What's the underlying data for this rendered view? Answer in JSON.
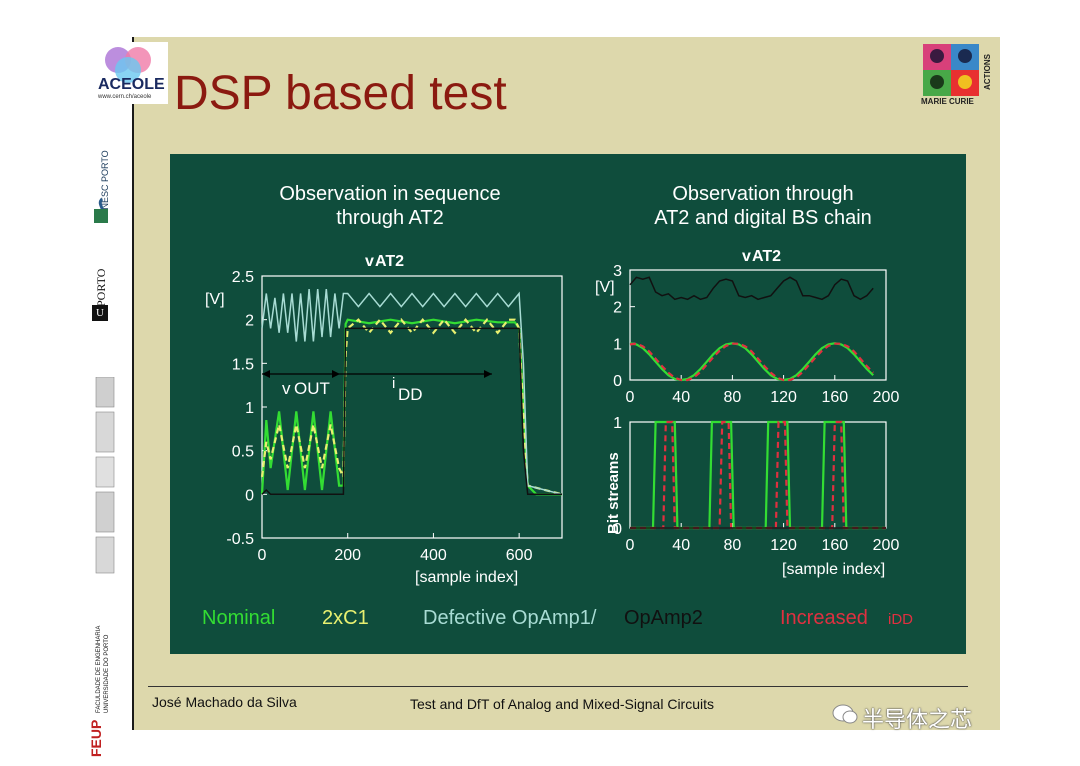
{
  "slide": {
    "title": "DSP based test",
    "footer_author": "José Machado da Silva",
    "footer_course": "Test and DfT of Analog and Mixed-Signal Circuits",
    "watermark": "半导体之芯"
  },
  "branding": {
    "aceole": "ACEOLE",
    "aceole_url": "www.cern.ch/aceole",
    "inesc": "INESC PORTO",
    "uporto": "PORTO",
    "uporto_u": "U",
    "feup": "FEUP",
    "feup_sub": "FACULDADE DE ENGENHARIA",
    "feup_sub2": "UNIVERSIDADE DO PORTO",
    "marie_curie": "MARIE CURIE",
    "actions": "ACTIONS"
  },
  "legend": {
    "nominal": "Nominal",
    "c1": "2xC1",
    "defective": "Defective OpAmp1/",
    "opamp2": "OpAmp2",
    "increased": "Increased ",
    "idd": "iDD"
  },
  "colors": {
    "nominal": "#33dd33",
    "c1": "#e8f070",
    "defective": "#a8dcd4",
    "opamp2": "#111111",
    "increased": "#e03040",
    "panel": "#0f4d3c",
    "title": "#8b1a10"
  },
  "chart_data": [
    {
      "type": "line",
      "title": "Observation in sequence through AT2",
      "title_line1": "Observation in sequence",
      "title_line2": "through AT2",
      "subtitle": "vAT2",
      "ylabel": "[V]",
      "xlabel": "[sample index]",
      "xlim": [
        0,
        700
      ],
      "ylim": [
        -0.5,
        2.5
      ],
      "xticks": [
        "0",
        "200",
        "400",
        "600"
      ],
      "yticks": [
        "-0.5",
        "0",
        "0.5",
        "1",
        "1.5",
        "2",
        "2.5"
      ],
      "annotations": [
        "vOUT",
        "iDD"
      ],
      "series": [
        {
          "name": "Nominal",
          "x": [
            0,
            10,
            20,
            40,
            60,
            80,
            100,
            120,
            140,
            160,
            180,
            190,
            195,
            200,
            250,
            300,
            350,
            400,
            450,
            500,
            550,
            590,
            600,
            610,
            620,
            640,
            680,
            700
          ],
          "y": [
            0.0,
            0.85,
            0.3,
            0.95,
            0.05,
            0.95,
            0.05,
            0.95,
            0.05,
            0.95,
            0.1,
            0.1,
            1.95,
            2.0,
            1.96,
            2.0,
            1.96,
            2.0,
            1.96,
            2.0,
            1.97,
            1.97,
            1.9,
            1.0,
            0.1,
            0.0,
            0.0,
            0.0
          ]
        },
        {
          "name": "2xC1",
          "x": [
            0,
            10,
            20,
            40,
            60,
            80,
            100,
            120,
            140,
            160,
            180,
            190,
            195,
            200,
            225,
            250,
            275,
            300,
            325,
            350,
            375,
            400,
            425,
            450,
            475,
            500,
            525,
            550,
            575,
            590,
            600,
            610,
            620,
            700
          ],
          "y": [
            0.2,
            0.6,
            0.4,
            0.8,
            0.3,
            0.8,
            0.3,
            0.8,
            0.3,
            0.8,
            0.3,
            0.2,
            1.6,
            1.9,
            2.0,
            1.85,
            2.0,
            1.85,
            2.0,
            1.85,
            2.0,
            1.85,
            2.0,
            1.85,
            2.0,
            1.85,
            2.0,
            1.85,
            2.0,
            2.0,
            1.9,
            0.9,
            0.1,
            0.0
          ]
        },
        {
          "name": "Defective OpAmp1",
          "x": [
            0,
            10,
            20,
            30,
            40,
            50,
            60,
            70,
            80,
            90,
            100,
            110,
            120,
            130,
            140,
            150,
            160,
            170,
            180,
            190,
            200,
            225,
            250,
            275,
            300,
            325,
            350,
            375,
            400,
            425,
            450,
            475,
            500,
            525,
            550,
            575,
            600,
            610,
            620,
            700
          ],
          "y": [
            1.9,
            2.3,
            1.9,
            2.25,
            1.85,
            2.3,
            1.85,
            2.3,
            1.75,
            2.3,
            1.75,
            2.35,
            1.75,
            2.35,
            1.8,
            2.35,
            1.8,
            2.3,
            1.9,
            2.3,
            2.3,
            2.15,
            2.3,
            2.15,
            2.3,
            2.15,
            2.3,
            2.15,
            2.3,
            2.15,
            2.3,
            2.15,
            2.3,
            2.15,
            2.3,
            2.15,
            2.3,
            1.5,
            0.1,
            0.0
          ]
        },
        {
          "name": "OpAmp2",
          "x": [
            0,
            10,
            20,
            190,
            195,
            200,
            590,
            600,
            610,
            620,
            700
          ],
          "y": [
            0.0,
            0.05,
            0.0,
            0.0,
            1.9,
            1.9,
            1.9,
            1.9,
            0.5,
            0.0,
            0.0
          ]
        }
      ]
    },
    {
      "type": "line",
      "title": "Observation through AT2 and digital BS chain",
      "title_line1": "Observation through",
      "title_line2": "AT2 and digital BS chain",
      "subtitle": "vAT2",
      "ylabel": "[V]",
      "xlim": [
        0,
        200
      ],
      "ylim": [
        0,
        3
      ],
      "xticks": [
        "0",
        "40",
        "80",
        "120",
        "160",
        "200"
      ],
      "yticks": [
        "0",
        "1",
        "2",
        "3"
      ],
      "series": [
        {
          "name": "OpAmp2",
          "x": [
            0,
            5,
            10,
            15,
            20,
            25,
            30,
            35,
            40,
            45,
            50,
            55,
            60,
            65,
            70,
            75,
            80,
            85,
            90,
            95,
            100,
            105,
            110,
            115,
            120,
            125,
            130,
            135,
            140,
            145,
            150,
            155,
            160,
            165,
            170,
            175,
            180,
            185,
            190
          ],
          "y": [
            2.6,
            2.8,
            2.75,
            2.8,
            2.4,
            2.3,
            2.35,
            2.2,
            2.25,
            2.2,
            2.3,
            2.2,
            2.25,
            2.5,
            2.7,
            2.75,
            2.7,
            2.3,
            2.25,
            2.3,
            2.2,
            2.25,
            2.3,
            2.5,
            2.7,
            2.8,
            2.7,
            2.3,
            2.3,
            2.25,
            2.2,
            2.3,
            2.6,
            2.75,
            2.7,
            2.3,
            2.2,
            2.3,
            2.5
          ]
        },
        {
          "name": "Nominal",
          "x": [
            0,
            5,
            10,
            15,
            20,
            25,
            30,
            35,
            40,
            45,
            50,
            55,
            60,
            65,
            70,
            75,
            80,
            85,
            90,
            95,
            100,
            105,
            110,
            115,
            120,
            125,
            130,
            135,
            140,
            145,
            150,
            155,
            160,
            165,
            170,
            175,
            180,
            185,
            190
          ],
          "y": [
            1.0,
            0.97,
            0.87,
            0.7,
            0.5,
            0.3,
            0.13,
            0.03,
            0.0,
            0.03,
            0.13,
            0.3,
            0.5,
            0.7,
            0.87,
            0.97,
            1.0,
            0.97,
            0.87,
            0.7,
            0.5,
            0.3,
            0.13,
            0.03,
            0.0,
            0.03,
            0.13,
            0.3,
            0.5,
            0.7,
            0.87,
            0.97,
            1.0,
            0.97,
            0.87,
            0.7,
            0.5,
            0.3,
            0.13
          ]
        },
        {
          "name": "Increased iDD",
          "x": [
            0,
            5,
            10,
            15,
            20,
            25,
            30,
            35,
            40,
            45,
            50,
            55,
            60,
            65,
            70,
            75,
            80,
            85,
            90,
            95,
            100,
            105,
            110,
            115,
            120,
            125,
            130,
            135,
            140,
            145,
            150,
            155,
            160,
            165,
            170,
            175,
            180,
            185,
            190
          ],
          "y": [
            0.97,
            0.99,
            0.92,
            0.78,
            0.58,
            0.38,
            0.2,
            0.06,
            0.0,
            0.0,
            0.07,
            0.22,
            0.42,
            0.62,
            0.8,
            0.93,
            0.99,
            0.99,
            0.92,
            0.78,
            0.58,
            0.38,
            0.2,
            0.06,
            0.0,
            0.0,
            0.07,
            0.22,
            0.42,
            0.62,
            0.8,
            0.93,
            0.99,
            0.99,
            0.92,
            0.78,
            0.58,
            0.38,
            0.2
          ]
        }
      ]
    },
    {
      "type": "line",
      "title": "",
      "ylabel": "Bit streams",
      "xlabel": "[sample index]",
      "xlim": [
        0,
        200
      ],
      "ylim": [
        0,
        1
      ],
      "xticks": [
        "0",
        "40",
        "80",
        "120",
        "160",
        "200"
      ],
      "yticks": [
        "0",
        "1"
      ],
      "series": [
        {
          "name": "Nominal",
          "x": [
            0,
            18,
            20,
            35,
            37,
            62,
            64,
            79,
            81,
            106,
            108,
            123,
            125,
            150,
            152,
            167,
            169,
            200
          ],
          "y": [
            0,
            0,
            1,
            1,
            0,
            0,
            1,
            1,
            0,
            0,
            1,
            1,
            0,
            0,
            1,
            1,
            0,
            0
          ]
        },
        {
          "name": "Increased iDD",
          "x": [
            0,
            26,
            28,
            33,
            35,
            70,
            72,
            77,
            79,
            114,
            116,
            121,
            123,
            158,
            160,
            165,
            167,
            200
          ],
          "y": [
            0,
            0,
            1,
            1,
            0,
            0,
            1,
            1,
            0,
            0,
            1,
            1,
            0,
            0,
            1,
            1,
            0,
            0
          ]
        },
        {
          "name": "OpAmp2",
          "x": [
            0,
            200
          ],
          "y": [
            0,
            0
          ]
        }
      ]
    }
  ]
}
